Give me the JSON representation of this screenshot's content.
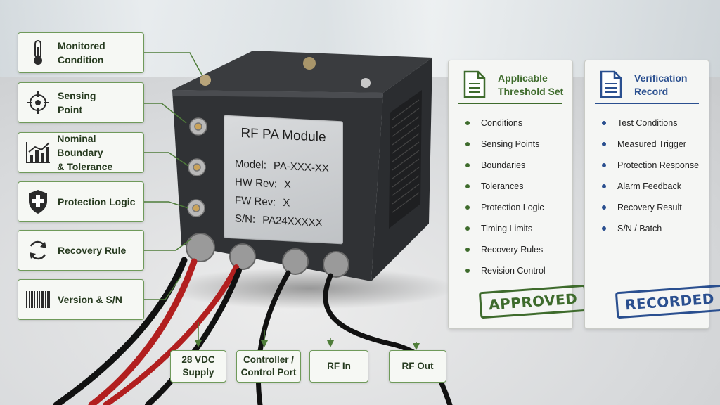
{
  "left_callouts": [
    {
      "label": "Monitored\nCondition",
      "icon": "thermometer-icon"
    },
    {
      "label": "Sensing\nPoint",
      "icon": "crosshair-icon"
    },
    {
      "label": "Nominal Boundary\n& Tolerance",
      "icon": "bar-chart-icon"
    },
    {
      "label": "Protection Logic",
      "icon": "shield-plus-icon"
    },
    {
      "label": "Recovery Rule",
      "icon": "refresh-icon"
    },
    {
      "label": "Version & S/N",
      "icon": "barcode-icon"
    }
  ],
  "bottom_callouts": [
    {
      "label": "28 VDC\nSupply"
    },
    {
      "label": "Controller /\nControl Port"
    },
    {
      "label": "RF In"
    },
    {
      "label": "RF Out"
    }
  ],
  "device_label": {
    "title": "RF PA Module",
    "model_key": "Model:",
    "model_val": "PA-XXX-XX",
    "hw_key": "HW Rev:",
    "hw_val": "X",
    "fw_key": "FW Rev:",
    "fw_val": "X",
    "sn_key": "S/N:",
    "sn_val": "PA24XXXXX"
  },
  "threshold_panel": {
    "title": "Applicable\nThreshold Set",
    "icon": "document-icon",
    "accent": "#3e6b2c",
    "items": [
      "Conditions",
      "Sensing Points",
      "Boundaries",
      "Tolerances",
      "Protection Logic",
      "Timing Limits",
      "Recovery Rules",
      "Revision Control"
    ],
    "stamp": "APPROVED"
  },
  "verification_panel": {
    "title": "Verification\nRecord",
    "icon": "document-icon",
    "accent": "#2a4f8f",
    "items": [
      "Test Conditions",
      "Measured Trigger",
      "Protection Response",
      "Alarm Feedback",
      "Recovery Result",
      "S/N / Batch"
    ],
    "stamp": "RECORDED"
  }
}
